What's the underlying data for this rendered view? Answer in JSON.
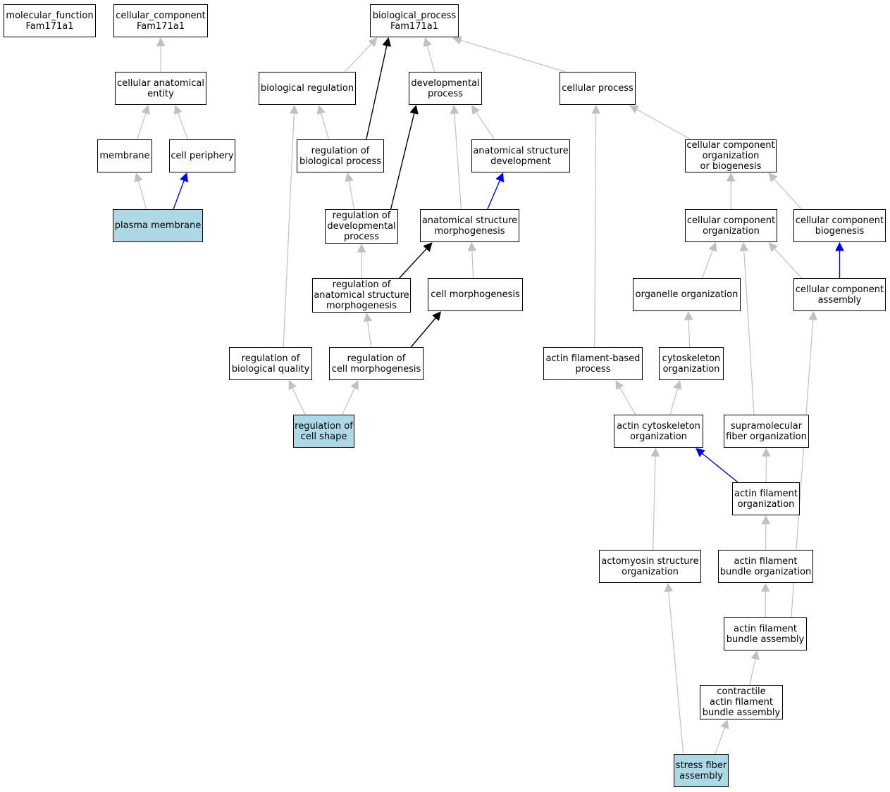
{
  "colors": {
    "highlight": "#add8e6",
    "edge_gray": "#c0c0c0",
    "edge_black": "#000000",
    "edge_blue": "#0000ff",
    "node_border": "#000000"
  },
  "nodes": [
    {
      "id": "mf",
      "label": "molecular_function\nFam171a1",
      "highlight": false
    },
    {
      "id": "cc",
      "label": "cellular_component\nFam171a1",
      "highlight": false
    },
    {
      "id": "bp",
      "label": "biological_process\nFam171a1",
      "highlight": false
    },
    {
      "id": "cae",
      "label": "cellular anatomical\nentity",
      "highlight": false
    },
    {
      "id": "breg",
      "label": "biological regulation",
      "highlight": false
    },
    {
      "id": "dev",
      "label": "developmental\nprocess",
      "highlight": false
    },
    {
      "id": "cproc",
      "label": "cellular process",
      "highlight": false
    },
    {
      "id": "mem",
      "label": "membrane",
      "highlight": false
    },
    {
      "id": "cper",
      "label": "cell periphery",
      "highlight": false
    },
    {
      "id": "rbp",
      "label": "regulation of\nbiological process",
      "highlight": false
    },
    {
      "id": "asd",
      "label": "anatomical structure\ndevelopment",
      "highlight": false
    },
    {
      "id": "ccob",
      "label": "cellular component\norganization\nor biogenesis",
      "highlight": false
    },
    {
      "id": "pm",
      "label": "plasma membrane",
      "highlight": true
    },
    {
      "id": "rdp",
      "label": "regulation of\ndevelopmental\nprocess",
      "highlight": false
    },
    {
      "id": "asm",
      "label": "anatomical structure\nmorphogenesis",
      "highlight": false
    },
    {
      "id": "cco",
      "label": "cellular component\norganization",
      "highlight": false
    },
    {
      "id": "ccb",
      "label": "cellular component\nbiogenesis",
      "highlight": false
    },
    {
      "id": "rasm",
      "label": "regulation of\nanatomical structure\nmorphogenesis",
      "highlight": false
    },
    {
      "id": "cm",
      "label": "cell morphogenesis",
      "highlight": false
    },
    {
      "id": "oo",
      "label": "organelle organization",
      "highlight": false
    },
    {
      "id": "cca",
      "label": "cellular component\nassembly",
      "highlight": false
    },
    {
      "id": "rbq",
      "label": "regulation of\nbiological quality",
      "highlight": false
    },
    {
      "id": "rcm",
      "label": "regulation of\ncell morphogenesis",
      "highlight": false
    },
    {
      "id": "afbp",
      "label": "actin filament-based\nprocess",
      "highlight": false
    },
    {
      "id": "co",
      "label": "cytoskeleton\norganization",
      "highlight": false
    },
    {
      "id": "rcs",
      "label": "regulation of\ncell shape",
      "highlight": true
    },
    {
      "id": "aco",
      "label": "actin cytoskeleton\norganization",
      "highlight": false
    },
    {
      "id": "sfo",
      "label": "supramolecular\nfiber organization",
      "highlight": false
    },
    {
      "id": "afo",
      "label": "actin filament\norganization",
      "highlight": false
    },
    {
      "id": "aso",
      "label": "actomyosin structure\norganization",
      "highlight": false
    },
    {
      "id": "afbo",
      "label": "actin filament\nbundle organization",
      "highlight": false
    },
    {
      "id": "afba",
      "label": "actin filament\nbundle assembly",
      "highlight": false
    },
    {
      "id": "cafba",
      "label": "contractile\nactin filament\nbundle assembly",
      "highlight": false
    },
    {
      "id": "sfa",
      "label": "stress fiber\nassembly",
      "highlight": true
    }
  ],
  "edges": [
    {
      "from": "cae",
      "to": "cc",
      "kind": "gray"
    },
    {
      "from": "mem",
      "to": "cae",
      "kind": "gray"
    },
    {
      "from": "cper",
      "to": "cae",
      "kind": "gray"
    },
    {
      "from": "pm",
      "to": "mem",
      "kind": "gray"
    },
    {
      "from": "pm",
      "to": "cper",
      "kind": "blue"
    },
    {
      "from": "breg",
      "to": "bp",
      "kind": "gray"
    },
    {
      "from": "dev",
      "to": "bp",
      "kind": "gray"
    },
    {
      "from": "cproc",
      "to": "bp",
      "kind": "gray"
    },
    {
      "from": "rbp",
      "to": "bp",
      "kind": "black"
    },
    {
      "from": "rbp",
      "to": "breg",
      "kind": "gray"
    },
    {
      "from": "rdp",
      "to": "rbp",
      "kind": "gray"
    },
    {
      "from": "rdp",
      "to": "dev",
      "kind": "black"
    },
    {
      "from": "asd",
      "to": "dev",
      "kind": "gray"
    },
    {
      "from": "asm",
      "to": "dev",
      "kind": "gray"
    },
    {
      "from": "asm",
      "to": "asd",
      "kind": "blue"
    },
    {
      "from": "rasm",
      "to": "rdp",
      "kind": "gray"
    },
    {
      "from": "rasm",
      "to": "asm",
      "kind": "black"
    },
    {
      "from": "cm",
      "to": "asm",
      "kind": "gray"
    },
    {
      "from": "rcm",
      "to": "rasm",
      "kind": "gray"
    },
    {
      "from": "rcm",
      "to": "cm",
      "kind": "black"
    },
    {
      "from": "rbq",
      "to": "breg",
      "kind": "gray"
    },
    {
      "from": "rcs",
      "to": "rbq",
      "kind": "gray"
    },
    {
      "from": "rcs",
      "to": "rcm",
      "kind": "gray"
    },
    {
      "from": "ccob",
      "to": "cproc",
      "kind": "gray"
    },
    {
      "from": "cco",
      "to": "ccob",
      "kind": "gray"
    },
    {
      "from": "ccb",
      "to": "ccob",
      "kind": "gray"
    },
    {
      "from": "oo",
      "to": "cco",
      "kind": "gray"
    },
    {
      "from": "cca",
      "to": "cco",
      "kind": "gray"
    },
    {
      "from": "cca",
      "to": "ccb",
      "kind": "blue"
    },
    {
      "from": "afbp",
      "to": "cproc",
      "kind": "gray"
    },
    {
      "from": "co",
      "to": "oo",
      "kind": "gray"
    },
    {
      "from": "aco",
      "to": "afbp",
      "kind": "gray"
    },
    {
      "from": "aco",
      "to": "co",
      "kind": "gray"
    },
    {
      "from": "sfo",
      "to": "cco",
      "kind": "gray"
    },
    {
      "from": "afo",
      "to": "aco",
      "kind": "blue"
    },
    {
      "from": "afo",
      "to": "sfo",
      "kind": "gray"
    },
    {
      "from": "aso",
      "to": "aco",
      "kind": "gray"
    },
    {
      "from": "afbo",
      "to": "afo",
      "kind": "gray"
    },
    {
      "from": "afba",
      "to": "afbo",
      "kind": "gray"
    },
    {
      "from": "afba",
      "to": "cca",
      "kind": "gray"
    },
    {
      "from": "cafba",
      "to": "afba",
      "kind": "gray"
    },
    {
      "from": "sfa",
      "to": "cafba",
      "kind": "gray"
    },
    {
      "from": "sfa",
      "to": "aso",
      "kind": "gray"
    }
  ]
}
